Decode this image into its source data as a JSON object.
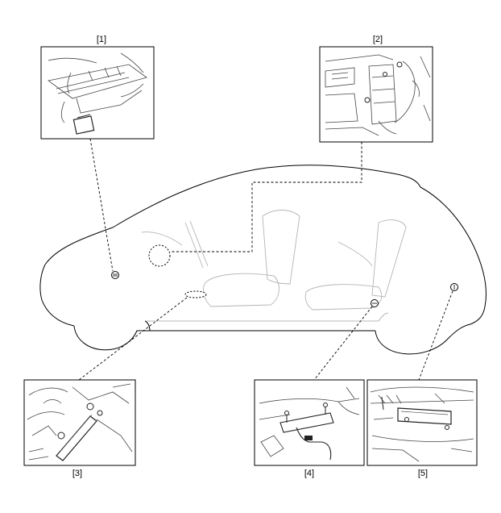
{
  "callouts": {
    "c1": "[1]",
    "c2": "[2]",
    "c3": "[3]",
    "c4": "[4]",
    "c5": "[5]"
  },
  "colors": {
    "line": "#000000",
    "detail": "#555555",
    "background": "#ffffff"
  }
}
